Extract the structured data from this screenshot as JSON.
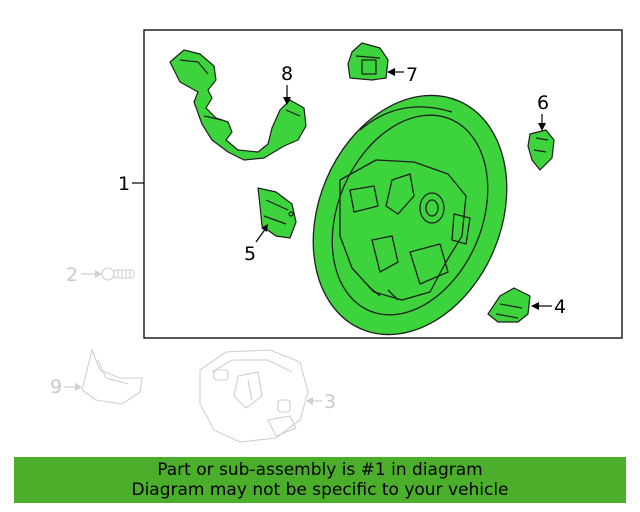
{
  "colors": {
    "part_fill": "#3cd33c",
    "part_stroke": "#1f1f1f",
    "faded_stroke": "#cfcfcf",
    "frame_stroke": "#000000",
    "banner_bg": "#4caf2c"
  },
  "callouts": {
    "c1": "1",
    "c2": "2",
    "c3": "3",
    "c4": "4",
    "c5": "5",
    "c6": "6",
    "c7": "7",
    "c8": "8",
    "c9": "9"
  },
  "banner": {
    "line1": "Part or sub-assembly is #1 in diagram",
    "line2": "Diagram may not be specific to your vehicle"
  }
}
